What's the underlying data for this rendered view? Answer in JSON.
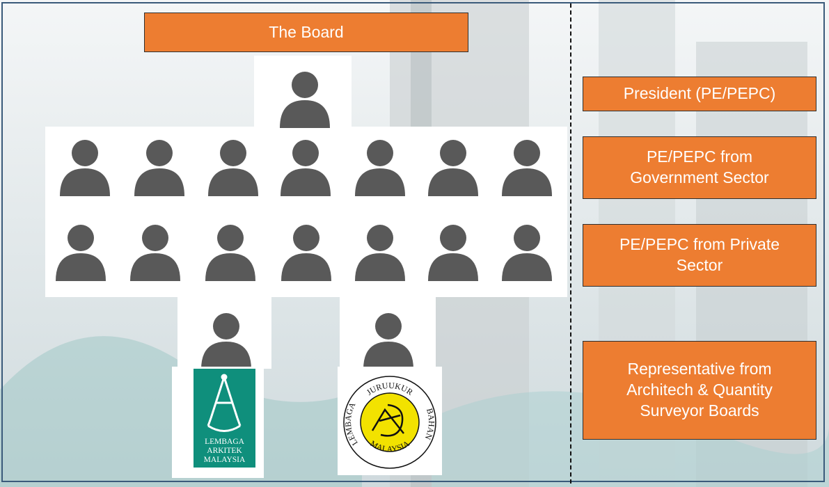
{
  "board_title": "The Board",
  "roles": [
    {
      "label": "President (PE/PEPC)"
    },
    {
      "label": "PE/PEPC from\nGovernment Sector"
    },
    {
      "label": "PE/PEPC from Private\nSector"
    },
    {
      "label": "Representative from\nArchitech & Quantity\nSurveyor Boards"
    }
  ],
  "counts": {
    "president": 1,
    "government_sector": 7,
    "private_sector": 7,
    "representatives": 2
  },
  "logos": {
    "architect": {
      "line1": "LEMBAGA",
      "line2": "ARKITEK",
      "line3": "MALAYSIA"
    },
    "qs": {
      "top": "JURUUKUR",
      "left": "LEMBAGA",
      "right": "BAHAN",
      "bottom": "MALAYSIA"
    }
  },
  "colors": {
    "box": "#ed7d31",
    "person": "#595959",
    "architect_logo": "#0f8f7c",
    "qs_logo": "#f2e200"
  }
}
